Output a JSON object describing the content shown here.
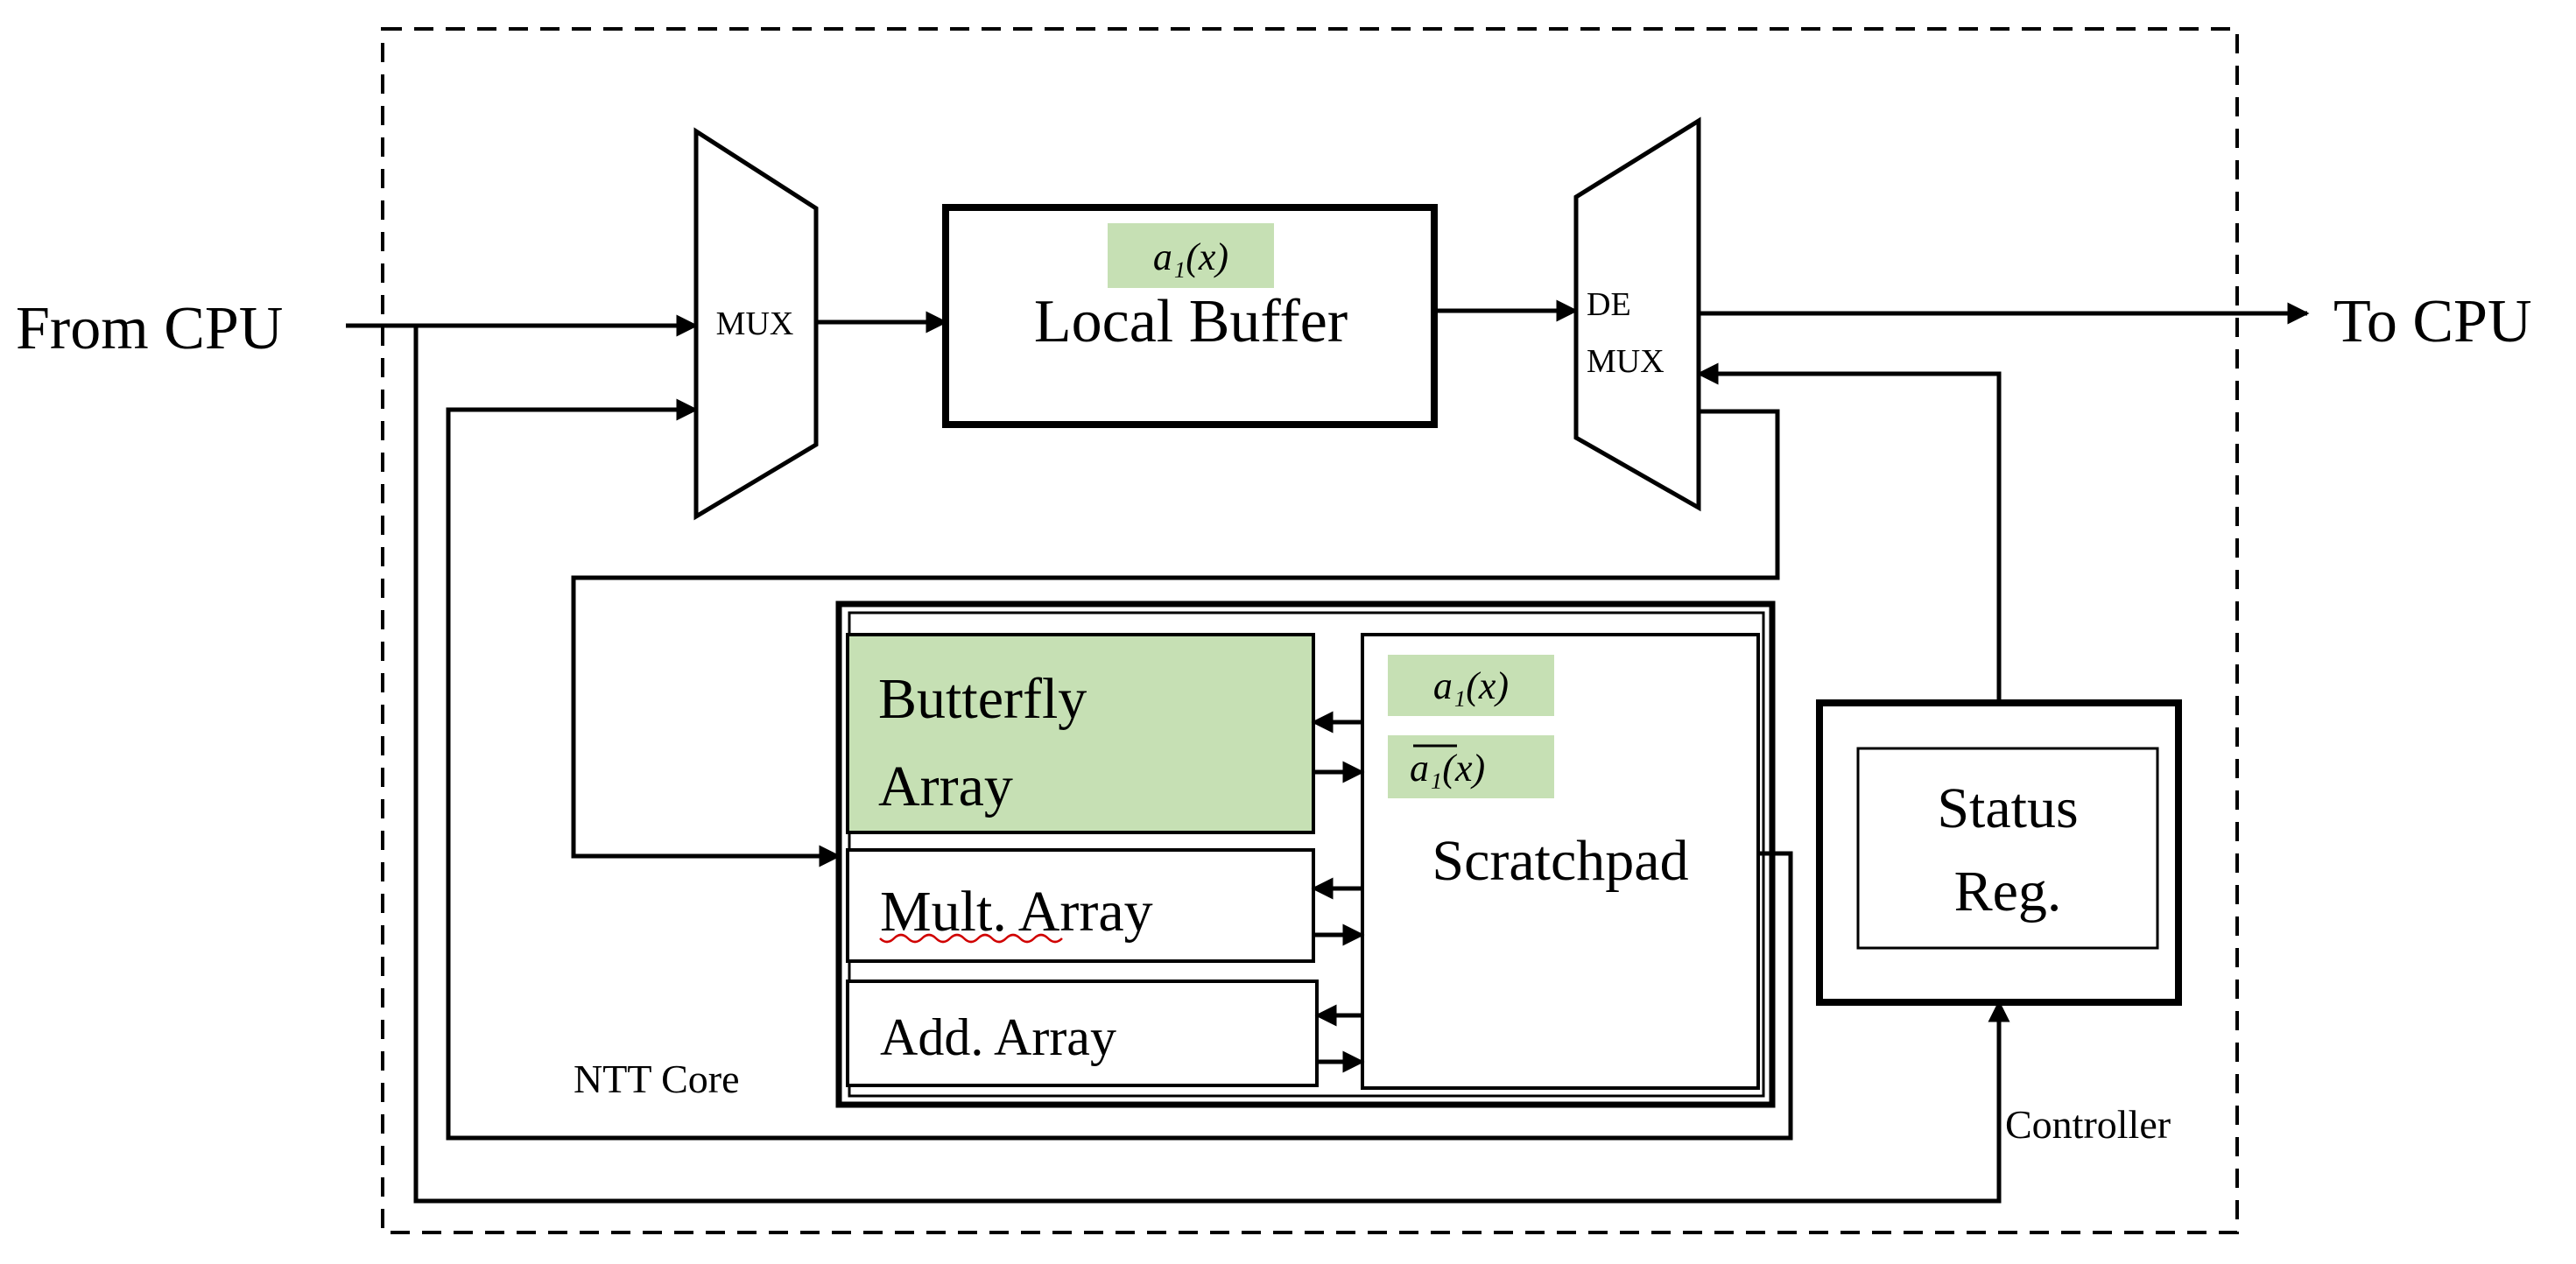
{
  "labels": {
    "from_cpu": "From CPU",
    "to_cpu": "To CPU",
    "mux": "MUX",
    "demux_line1": "DE",
    "demux_line2": "MUX",
    "local_buffer": "Local Buffer",
    "butterfly_line1": "Butterfly",
    "butterfly_line2": "Array",
    "mult_array": "Mult. Array",
    "add_array": "Add. Array",
    "scratchpad": "Scratchpad",
    "status_line1": "Status",
    "status_line2": "Reg.",
    "ntt_core": "NTT Core",
    "controller": "Controller"
  },
  "math": {
    "buffer_tag": "a₁(x)",
    "scratch_tag1": "a₁(x)",
    "scratch_tag2_base": "a₁",
    "scratch_tag2_suffix": "(x)"
  },
  "colors": {
    "highlight": "#c6e0b4",
    "stroke": "#000000"
  }
}
